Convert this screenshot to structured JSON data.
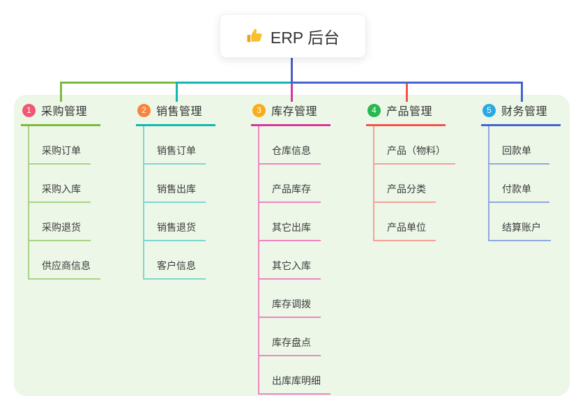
{
  "root": {
    "label": "ERP 后台",
    "icon": "thumbs-up-icon"
  },
  "colors": {
    "trunk": "#4f5bc5",
    "panel_bg": "#ecf7e7",
    "card_bg": "#ffffff",
    "title_text": "#333333",
    "child_text": "#3c3c3c",
    "emoji_yellow": "#f7c02c"
  },
  "branches": [
    {
      "number": "1",
      "title": "采购管理",
      "badge_color": "#f25672",
      "line_color": "#7cba3d",
      "child_line_color": "#a9d387",
      "children": [
        "采购订单",
        "采购入库",
        "采购退货",
        "供应商信息"
      ]
    },
    {
      "number": "2",
      "title": "销售管理",
      "badge_color": "#f8833c",
      "line_color": "#12b7ad",
      "child_line_color": "#7fd6cf",
      "children": [
        "销售订单",
        "销售出库",
        "销售退货",
        "客户信息"
      ]
    },
    {
      "number": "3",
      "title": "库存管理",
      "badge_color": "#fbab19",
      "line_color": "#d6379e",
      "child_line_color": "#ef85c1",
      "children": [
        "仓库信息",
        "产品库存",
        "其它出库",
        "其它入库",
        "库存调拨",
        "库存盘点",
        "出库库明细"
      ]
    },
    {
      "number": "4",
      "title": "产品管理",
      "badge_color": "#27b84e",
      "line_color": "#f2544a",
      "child_line_color": "#f7a09a",
      "children": [
        "产品（物料）",
        "产品分类",
        "产品单位"
      ]
    },
    {
      "number": "5",
      "title": "财务管理",
      "badge_color": "#29a9e2",
      "line_color": "#4464cf",
      "child_line_color": "#92a7e0",
      "children": [
        "回款单",
        "付款单",
        "结算账户"
      ]
    }
  ]
}
